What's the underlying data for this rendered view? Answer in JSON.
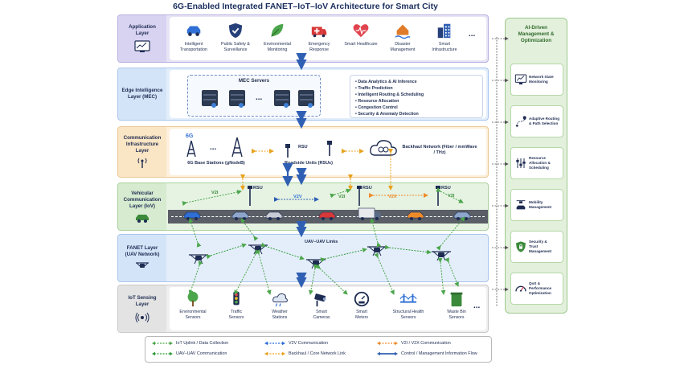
{
  "title": "6G-Enabled Integrated FANET–IoT–IoV Architecture for Smart City",
  "layers": {
    "application": {
      "label": "Application\nLayer"
    },
    "edge": {
      "label": "Edge Intelligence\nLayer (MEC)"
    },
    "communication": {
      "label": "Communication\nInfrastructure\nLayer"
    },
    "vehicular": {
      "label": "Vehicular\nCommunication\nLayer (IoV)"
    },
    "fanet": {
      "label": "FANET Layer\n(UAV Network)"
    },
    "iot": {
      "label": "IoT Sensing\nLayer"
    }
  },
  "apps": [
    {
      "label": "Intelligent\nTransportation",
      "icon": "car-icon"
    },
    {
      "label": "Public Safety &\nSurveillance",
      "icon": "shield-icon"
    },
    {
      "label": "Environmental\nMonitoring",
      "icon": "leaf-icon"
    },
    {
      "label": "Emergency\nResponse",
      "icon": "ambulance-icon"
    },
    {
      "label": "Smart Healthcare",
      "icon": "heart-icon"
    },
    {
      "label": "Disaster\nManagement",
      "icon": "house-flood-icon"
    },
    {
      "label": "Smart\nInfrastructure",
      "icon": "buildings-icon"
    }
  ],
  "ellipsis": "...",
  "mec": {
    "title": "MEC Servers",
    "functions": [
      "• Data Analytics & AI Inference",
      "• Traffic Prediction",
      "• Intelligent Routing & Scheduling",
      "• Resource Allocation",
      "• Congestion Control",
      "• Security & Anomaly Detection"
    ]
  },
  "comm": {
    "tag_6g": "6G",
    "base_stations": "6G Base Stations\n(gNodeB)",
    "rsu": "RSU",
    "roadside_units": "Roadside Units\n(RSUs)",
    "backhaul": "Backhaul Network\n(Fiber / mmWave / THz)"
  },
  "vehicular": {
    "rsu_labels": [
      "RSU",
      "RSU",
      "RSU"
    ],
    "v2i_labels": [
      "V2I",
      "V2I",
      "V2I"
    ],
    "v2v_label": "V2V",
    "v2x_label": "V2X"
  },
  "fanet": {
    "link_label": "UAV–UAV Links"
  },
  "iot": [
    {
      "label": "Environmental\nSensors",
      "icon": "tree-icon"
    },
    {
      "label": "Traffic\nSensors",
      "icon": "traffic-light-icon"
    },
    {
      "label": "Weather\nStations",
      "icon": "weather-icon"
    },
    {
      "label": "Smart\nCameras",
      "icon": "camera-icon"
    },
    {
      "label": "Smart\nMeters",
      "icon": "meter-icon"
    },
    {
      "label": "Structural Health\nSensors",
      "icon": "bridge-icon"
    },
    {
      "label": "Waste Bin\nSensors",
      "icon": "bin-icon"
    }
  ],
  "side_panel": {
    "title": "AI-Driven\nManagement &\nOptimization",
    "items": [
      {
        "label": "Network State\nMonitoring",
        "icon": "monitor-chart-icon"
      },
      {
        "label": "Adaptive Routing\n& Path Selection",
        "icon": "route-icon"
      },
      {
        "label": "Resource\nAllocation &\nScheduling",
        "icon": "sliders-icon"
      },
      {
        "label": "Mobility\nManagement",
        "icon": "drone-car-icon"
      },
      {
        "label": "Security &\nTrust\nManagement",
        "icon": "lock-shield-icon"
      },
      {
        "label": "QoS &\nPerformance\nOptimization",
        "icon": "gauge-icon"
      }
    ]
  },
  "legend": [
    {
      "label": "IoT Uplink / Data Collection",
      "color": "#4ca64c",
      "style": "dashed"
    },
    {
      "label": "V2V Communication",
      "color": "#2f6fd6",
      "style": "dashed"
    },
    {
      "label": "V2I / V2X Communication",
      "color": "#ef8a2a",
      "style": "dashed"
    },
    {
      "label": "UAV–UAV Communication",
      "color": "#2e9a3a",
      "style": "dashed"
    },
    {
      "label": "Backhaul / Core Network Link",
      "color": "#e8a21c",
      "style": "dashed"
    },
    {
      "label": "Control / Management Information Flow",
      "color": "#2f5fb3",
      "style": "solid"
    }
  ],
  "colors": {
    "primary": "#1b2f5e",
    "arrow_blue": "#2f5fb3",
    "green": "#4ca64c",
    "orange": "#ef8a2a"
  }
}
